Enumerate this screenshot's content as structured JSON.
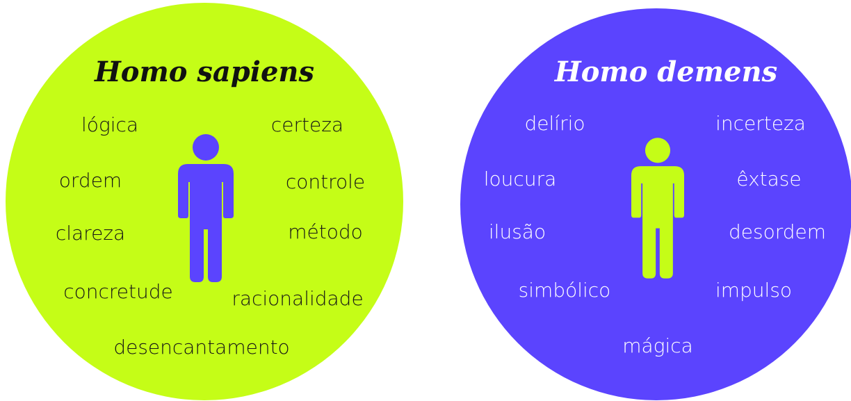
{
  "left_panel": {
    "title": "Homo sapiens",
    "circle_color": "#c5fd17",
    "figure_color": "#5b44fe",
    "words": [
      "lógica",
      "certeza",
      "ordem",
      "controle",
      "clareza",
      "método",
      "concretude",
      "racionalidade",
      "desencantamento"
    ]
  },
  "right_panel": {
    "title": "Homo demens",
    "circle_color": "#5b44fe",
    "figure_color": "#c5fd17",
    "words": [
      "delírio",
      "incerteza",
      "loucura",
      "êxtase",
      "ilusão",
      "desordem",
      "simbólico",
      "impulso",
      "mágica"
    ]
  }
}
